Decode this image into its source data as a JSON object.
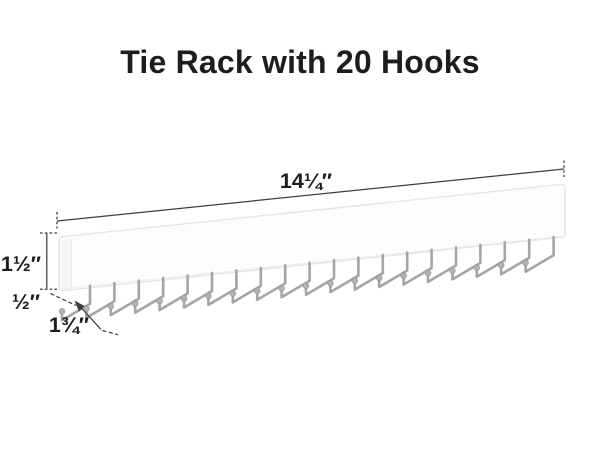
{
  "title": "Tie Rack with 20 Hooks",
  "diagram": {
    "dimensions": {
      "width": "14¼″",
      "height": "1½″",
      "depth": "½″",
      "hook_length": "1¾″"
    },
    "rack": {
      "hook_count": 20
    },
    "colors": {
      "dimension_line": "#3d3d3d",
      "label_text": "#1d1d1d",
      "rail_fill": "#fdfdfd",
      "rail_outline": "#e4e4e2",
      "hook_wire": "#a6a6a1",
      "hook_ball_fill": "#b4b4af",
      "hook_ball_stroke": "#93938d"
    }
  }
}
